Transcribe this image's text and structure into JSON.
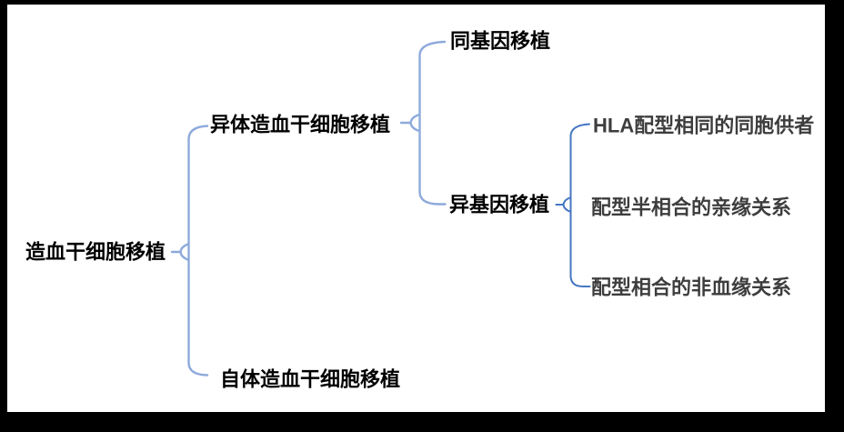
{
  "diagram": {
    "tree": {
      "label": "造血干细胞移植",
      "children": [
        {
          "label": "异体造血干细胞移植",
          "children": [
            {
              "label": "同基因移植",
              "children": []
            },
            {
              "label": "异基因移植",
              "children": [
                {
                  "label": "HLA配型相同的同胞供者"
                },
                {
                  "label": "配型半相合的亲缘关系"
                },
                {
                  "label": "配型相合的非血缘关系"
                }
              ]
            }
          ]
        },
        {
          "label": "自体造血干细胞移植",
          "children": []
        }
      ]
    },
    "colors": {
      "connector_light": "#8eaadb",
      "connector_dark": "#4576c2",
      "text_primary": "#000000",
      "text_secondary": "#3d3d3d",
      "canvas": "#ffffff",
      "frame": "#000000"
    }
  }
}
